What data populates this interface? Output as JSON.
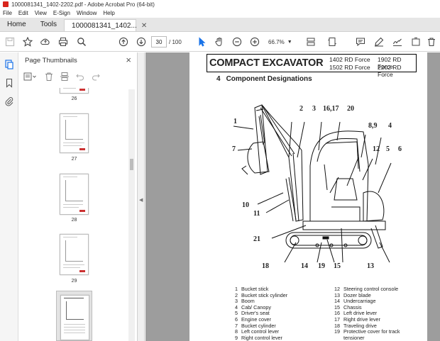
{
  "window": {
    "title": "1000081341_1402-2202.pdf - Adobe Acrobat Pro (64-bit)"
  },
  "menu": [
    "File",
    "Edit",
    "View",
    "E-Sign",
    "Window",
    "Help"
  ],
  "tabs": {
    "home": "Home",
    "tools": "Tools",
    "doc": "1000081341_1402..."
  },
  "toolbar": {
    "page_current": "30",
    "page_total": "/ 100",
    "zoom": "66.7%"
  },
  "panel": {
    "title": "Page Thumbnails",
    "thumbnails": [
      {
        "label": "26"
      },
      {
        "label": "27"
      },
      {
        "label": "28"
      },
      {
        "label": "29"
      },
      {
        "label": ""
      }
    ]
  },
  "document": {
    "header_title": "COMPACT EXCAVATOR",
    "models": [
      "1402 RD Force",
      "1902 RD Force",
      "1502 RD Force",
      "2202 RD Force"
    ],
    "section_number": "4",
    "section_title": "Component Designations",
    "callouts": [
      "1",
      "2",
      "3",
      "16,17",
      "20",
      "8,9",
      "4",
      "7",
      "12",
      "5",
      "6",
      "10",
      "11",
      "21",
      "18",
      "14",
      "19",
      "15",
      "13"
    ],
    "legend_left": [
      {
        "n": "1",
        "t": "Bucket stick"
      },
      {
        "n": "2",
        "t": "Bucket stick cylinder"
      },
      {
        "n": "3",
        "t": "Boom"
      },
      {
        "n": "4",
        "t": "Cab/ Canopy"
      },
      {
        "n": "5",
        "t": "Driver's seat"
      },
      {
        "n": "6",
        "t": "Engine cover"
      },
      {
        "n": "7",
        "t": "Bucket cylinder"
      },
      {
        "n": "8",
        "t": "Left control lever"
      },
      {
        "n": "9",
        "t": "Right control lever"
      }
    ],
    "legend_right": [
      {
        "n": "12",
        "t": "Steering control console"
      },
      {
        "n": "13",
        "t": "Dozer blade"
      },
      {
        "n": "14",
        "t": "Undercarriage"
      },
      {
        "n": "15",
        "t": "Chassis"
      },
      {
        "n": "16",
        "t": "Left drive lever"
      },
      {
        "n": "17",
        "t": "Right drive lever"
      },
      {
        "n": "18",
        "t": "Traveling drive"
      },
      {
        "n": "19",
        "t": "Protective cover for track"
      },
      {
        "n": "",
        "t": "tensioner"
      }
    ]
  }
}
